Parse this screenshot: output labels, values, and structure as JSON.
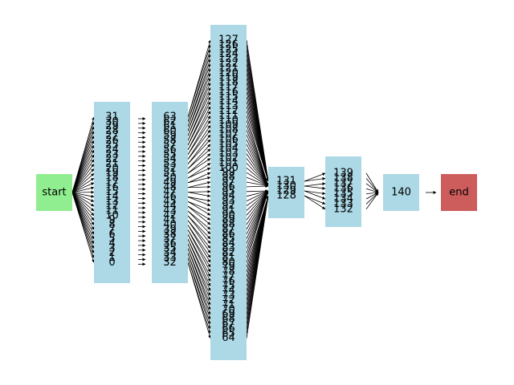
{
  "colors": {
    "start_fill": "#90ee90",
    "layer_fill": "#add8e6",
    "end_fill": "#cd5c5c",
    "edge": "#000000"
  },
  "nodes": {
    "start": "start",
    "end": "end",
    "layer1": [
      "31",
      "30",
      "29",
      "28",
      "27",
      "26",
      "25",
      "24",
      "23",
      "22",
      "21",
      "20",
      "19",
      "18",
      "17",
      "16",
      "15",
      "14",
      "13",
      "12",
      "11",
      "10",
      "9",
      "8",
      "7",
      "6",
      "5",
      "4",
      "3",
      "2",
      "1",
      "0"
    ],
    "layer2": [
      "63",
      "62",
      "61",
      "60",
      "59",
      "58",
      "57",
      "56",
      "55",
      "54",
      "53",
      "52",
      "51",
      "50",
      "49",
      "48",
      "47",
      "46",
      "45",
      "44",
      "43",
      "42",
      "41",
      "40",
      "39",
      "38",
      "37",
      "36",
      "35",
      "34",
      "33",
      "32"
    ],
    "layer3": [
      "127",
      "126",
      "125",
      "124",
      "123",
      "122",
      "121",
      "120",
      "119",
      "118",
      "117",
      "116",
      "115",
      "114",
      "113",
      "112",
      "111",
      "110",
      "109",
      "108",
      "107",
      "106",
      "105",
      "104",
      "103",
      "102",
      "101",
      "100",
      "99",
      "98",
      "97",
      "96",
      "95",
      "94",
      "93",
      "92",
      "91",
      "90",
      "89",
      "88",
      "87",
      "86",
      "85",
      "84",
      "83",
      "82",
      "81",
      "80",
      "79",
      "78",
      "77",
      "76",
      "75",
      "74",
      "73",
      "72",
      "71",
      "70",
      "69",
      "68",
      "67",
      "66",
      "65",
      "64"
    ],
    "layer4": [
      "131",
      "130",
      "129",
      "128"
    ],
    "layer5": [
      "139",
      "138",
      "137",
      "136",
      "135",
      "134",
      "133",
      "132"
    ],
    "layer6": [
      "140"
    ]
  }
}
